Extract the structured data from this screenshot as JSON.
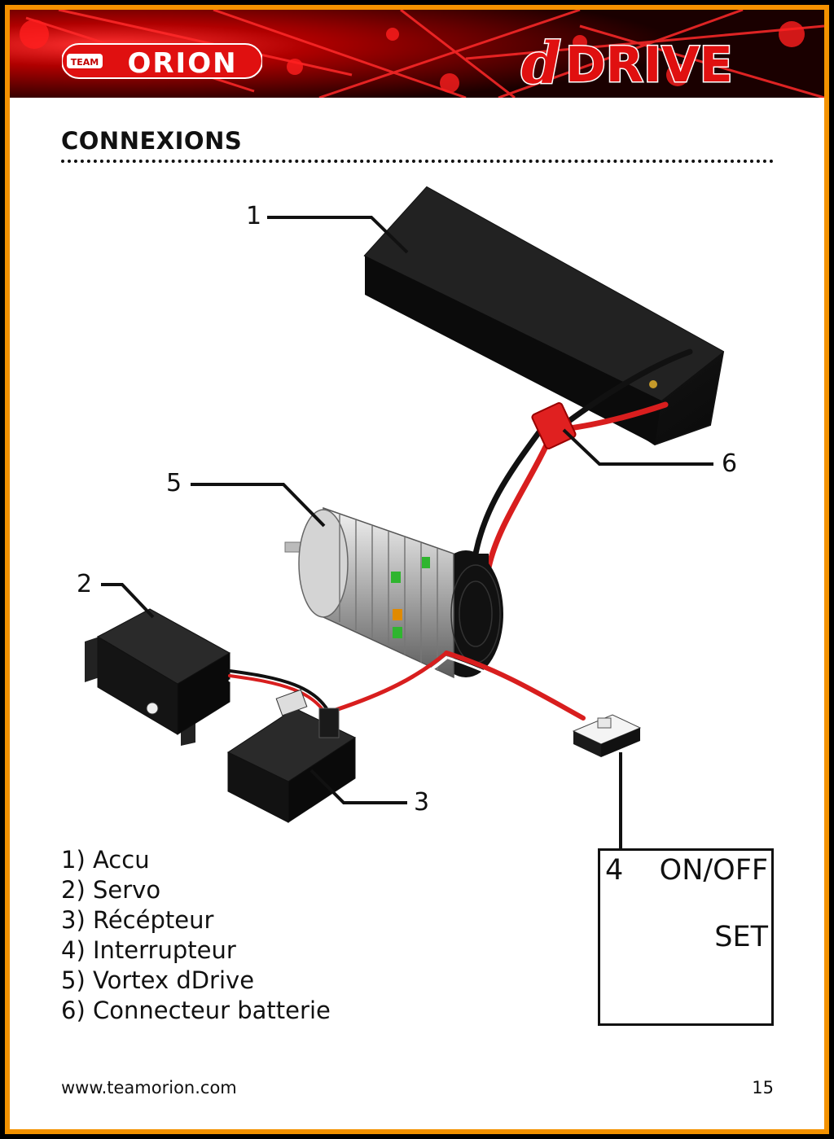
{
  "header": {
    "brand_left_small": "TEAM",
    "brand_left_big": "ORION",
    "brand_right": "DRIVE",
    "brand_right_prefix": "d"
  },
  "title": "CONNEXIONS",
  "callouts": {
    "c1": "1",
    "c2": "2",
    "c3": "3",
    "c5": "5",
    "c6": "6"
  },
  "legend": [
    "1) Accu",
    "2) Servo",
    "3) Récépteur",
    "4) Interrupteur",
    "5) Vortex dDrive",
    "6) Connecteur batterie"
  ],
  "switch_box": {
    "number": "4",
    "on_off": "ON/OFF",
    "set": "SET"
  },
  "footer": {
    "url": "www.teamorion.com",
    "page_number": "15"
  },
  "colors": {
    "border": "#f39200",
    "header_red": "#d40000",
    "wire_red": "#d81e1e",
    "connector_red": "#e02020"
  }
}
